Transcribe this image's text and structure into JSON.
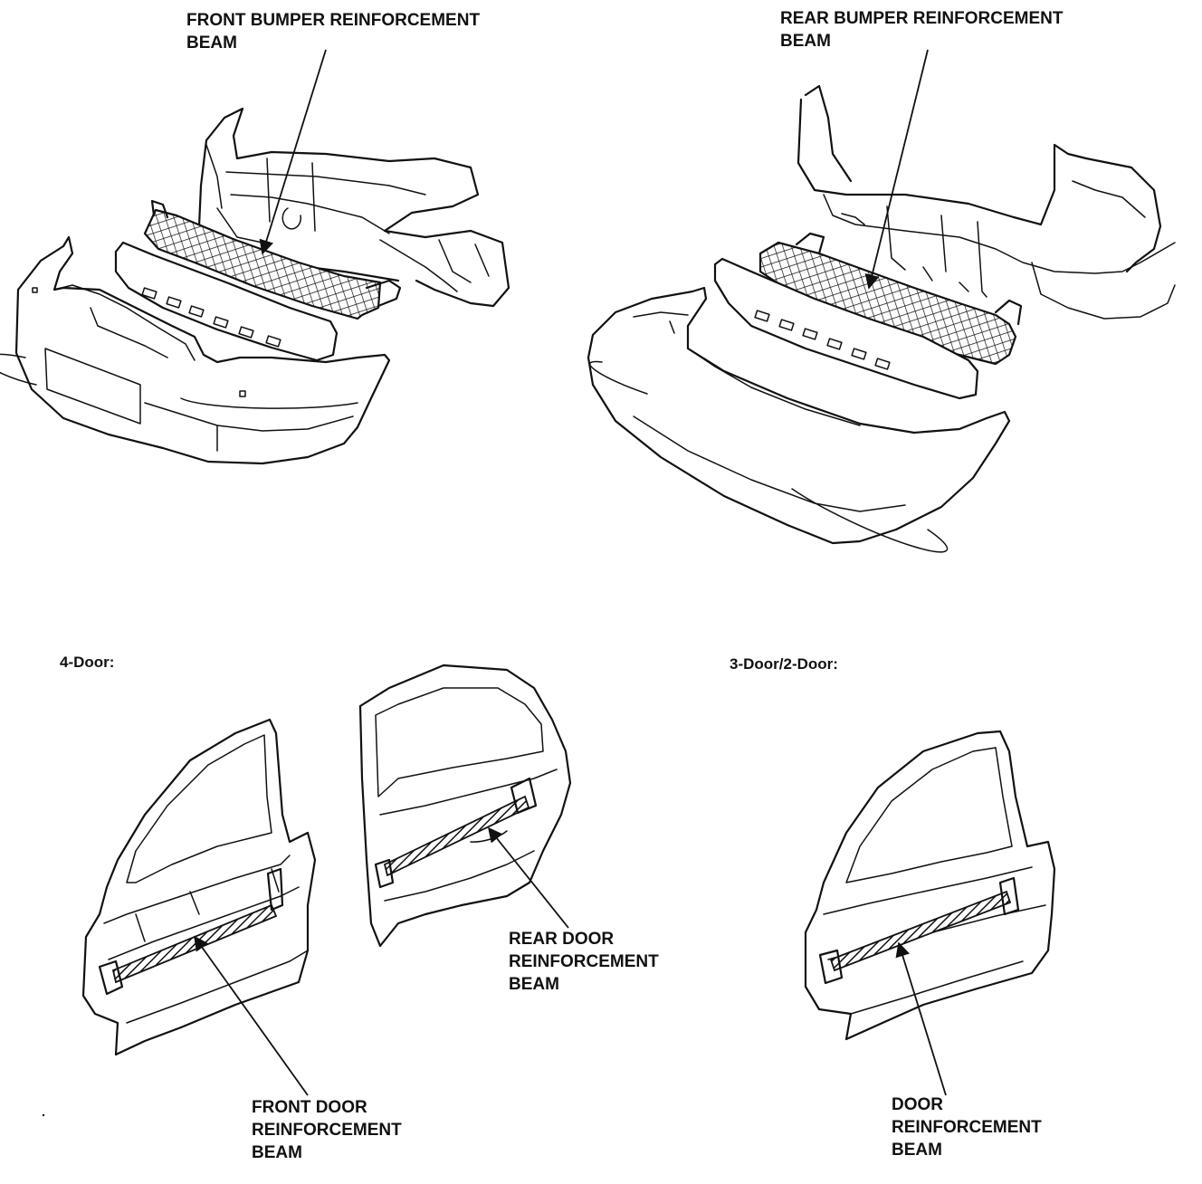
{
  "labels": {
    "front_bumper": [
      "FRONT BUMPER REINFORCEMENT",
      "BEAM"
    ],
    "rear_bumper": [
      "REAR BUMPER REINFORCEMENT",
      "BEAM"
    ],
    "front_door": [
      "FRONT DOOR",
      "REINFORCEMENT",
      "BEAM"
    ],
    "rear_door": [
      "REAR DOOR",
      "REINFORCEMENT",
      "BEAM"
    ],
    "door": [
      "DOOR",
      "REINFORCEMENT",
      "BEAM"
    ]
  },
  "sections": {
    "four_door": "4-Door:",
    "three_two_door": "3-Door/2-Door:"
  },
  "colors": {
    "ink": "#111111",
    "background": "#ffffff"
  }
}
